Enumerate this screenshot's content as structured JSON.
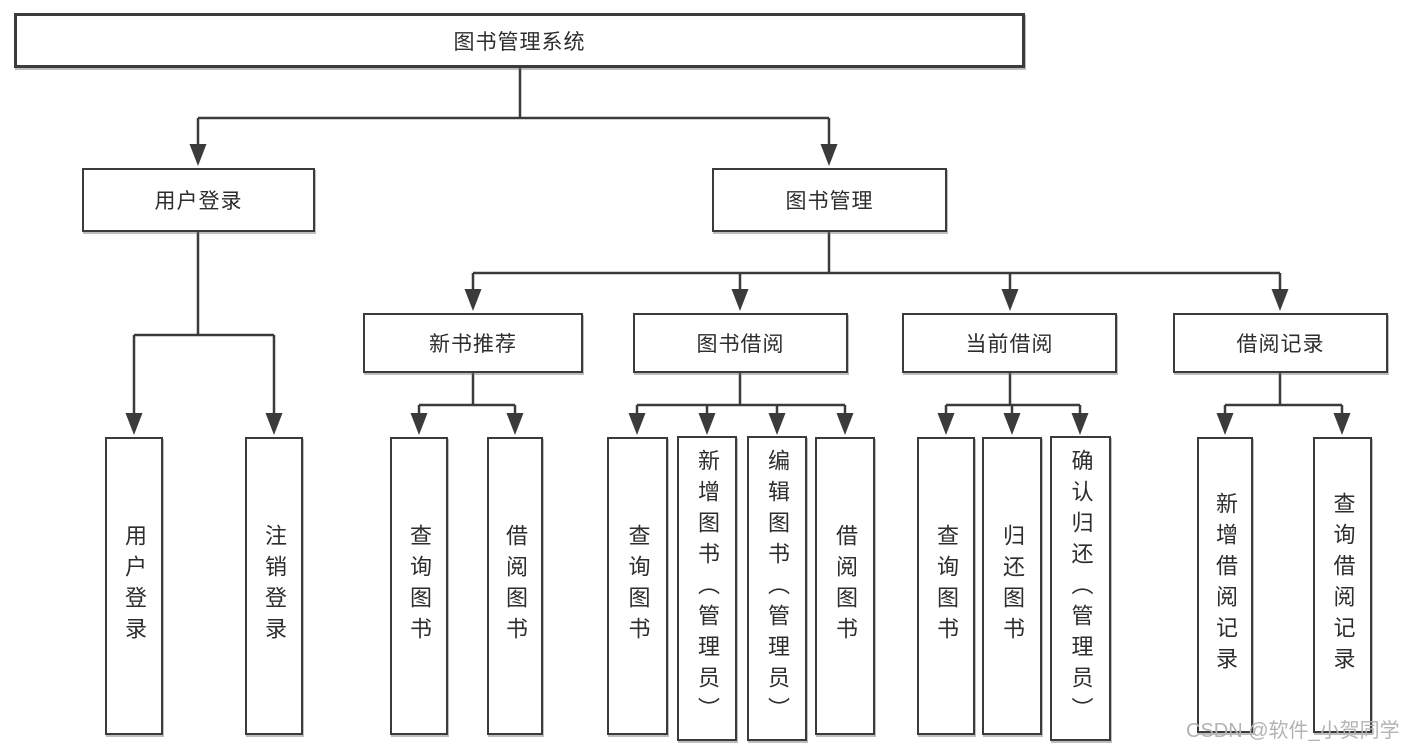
{
  "colors": {
    "line": "#3b3b3b",
    "text": "#2d2d2d",
    "background": "#ffffff",
    "watermark": "#b3b3b3"
  },
  "watermark": {
    "text": "CSDN @软件_小贺同学"
  },
  "diagram": {
    "type": "tree",
    "root": {
      "label": "图书管理系统"
    },
    "level2": [
      {
        "label": "用户登录"
      },
      {
        "label": "图书管理"
      }
    ],
    "level3": [
      {
        "label": "新书推荐"
      },
      {
        "label": "图书借阅"
      },
      {
        "label": "当前借阅"
      },
      {
        "label": "借阅记录"
      }
    ],
    "leaves": {
      "user_login": [
        "用户登录",
        "注销登录"
      ],
      "new_book_recommend": [
        "查询图书",
        "借阅图书"
      ],
      "book_borrowing": [
        "查询图书",
        "新增图书（管理员）",
        "编辑图书（管理员）",
        "借阅图书"
      ],
      "current_borrowing": [
        "查询图书",
        "归还图书",
        "确认归还（管理员）"
      ],
      "borrowing_records": [
        "新增借阅记录",
        "查询借阅记录"
      ]
    }
  }
}
